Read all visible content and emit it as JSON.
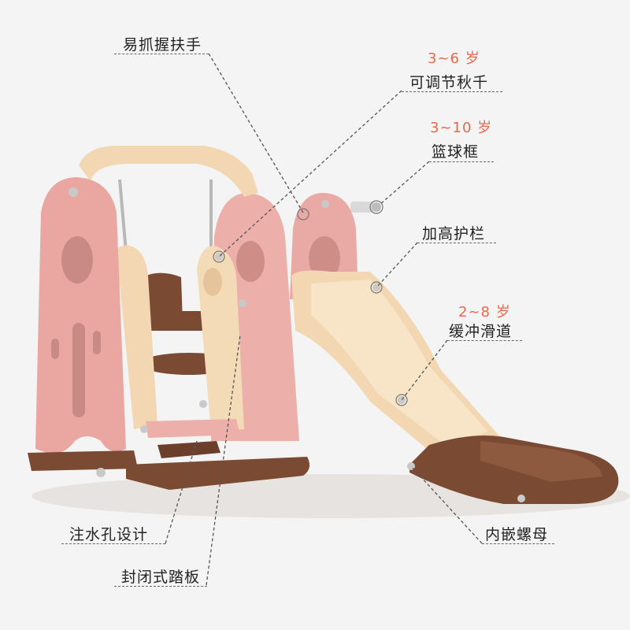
{
  "callouts": {
    "grip_handle": "易抓握扶手",
    "swing_age": "3~6 岁",
    "swing": "可调节秋千",
    "hoop_age": "3~10 岁",
    "hoop": "篮球框",
    "guardrail": "加高护栏",
    "slide_age": "2~8 岁",
    "slide": "缓冲滑道",
    "water_hole": "注水孔设计",
    "pedal": "封闭式踏板",
    "nut": "内嵌螺母"
  },
  "colors": {
    "background": "#f4f4f4",
    "pink": "#e9a9a4",
    "cream": "#f2d7b2",
    "brown": "#7b4a32",
    "age_accent": "#e9684a"
  }
}
